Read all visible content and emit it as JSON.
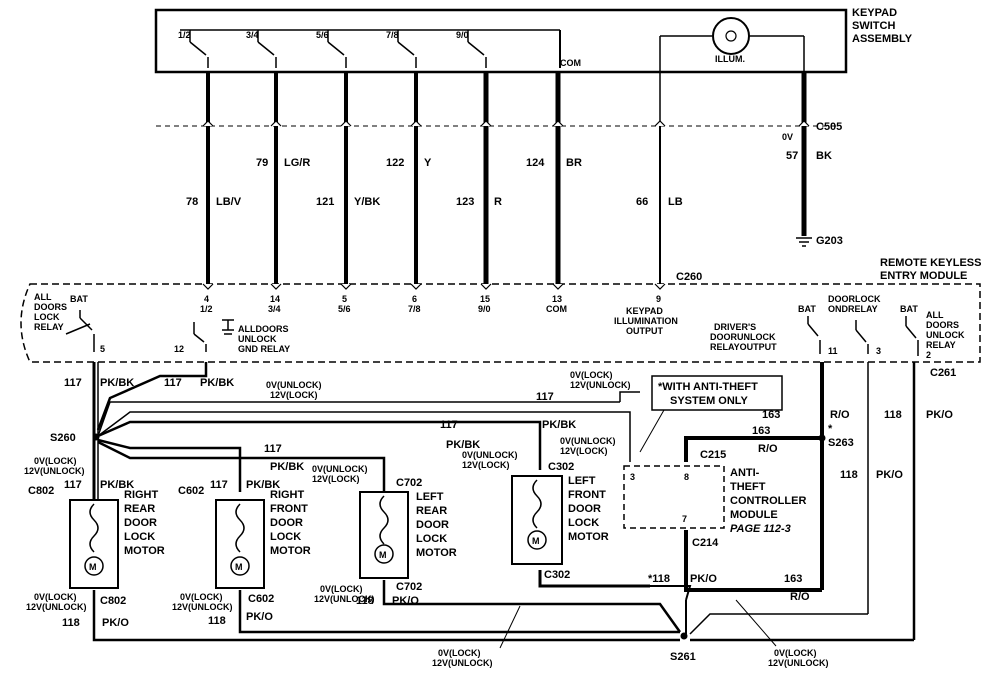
{
  "keypad": {
    "title1": "KEYPAD",
    "title2": "SWITCH",
    "title3": "ASSEMBLY",
    "sw1": "1/2",
    "sw2": "3/4",
    "sw3": "5/6",
    "sw4": "7/8",
    "sw5": "9/0",
    "com": "COM",
    "illum": "ILLUM."
  },
  "wires": {
    "w78": "78",
    "c78": "LB/V",
    "w79": "79",
    "c79": "LG/R",
    "w121": "121",
    "c121": "Y/BK",
    "w122": "122",
    "c122": "Y",
    "w123": "123",
    "c123": "R",
    "w124": "124",
    "c124": "BR",
    "w66": "66",
    "c66": "LB",
    "w57": "57",
    "c57": "BK",
    "v57": "0V"
  },
  "connectors": {
    "c505": "C505",
    "g203": "G203",
    "c260": "C260",
    "c261": "C261",
    "s260": "S260",
    "s261": "S261",
    "s263": "S263",
    "c215": "C215",
    "c214": "C214",
    "c302a": "C302",
    "c302b": "C302",
    "c702a": "C702",
    "c702b": "C702",
    "c602a": "C602",
    "c602b": "C602",
    "c802a": "C802",
    "c802b": "C802"
  },
  "rke": {
    "title1": "REMOTE  KEYLESS",
    "title2": "ENTRY MODULE",
    "alldoors1": "ALL",
    "alldoors2": "DOORS",
    "alldoors3": "LOCK",
    "alldoors4": "RELAY",
    "bat": "BAT",
    "p4": "4",
    "p4n": "1/2",
    "p14": "14",
    "p14n": "3/4",
    "p5": "5",
    "p5n": "5/6",
    "p6": "6",
    "p6n": "7/8",
    "p15": "15",
    "p15n": "9/0",
    "p13": "13",
    "p13n": "COM",
    "p9": "9",
    "kp1": "KEYPAD",
    "kp2": "ILLUMINATION",
    "kp3": "OUTPUT",
    "unlockgnd1": "ALLDOORS",
    "unlockgnd2": "UNLOCK",
    "unlockgnd3": "GND RELAY",
    "drv1": "DRIVER'S",
    "drv2": "DOORUNLOCK",
    "drv3": "RELAYOUTPUT",
    "dl1": "DOORLOCK",
    "dl2": "ONDRELAY",
    "unl1": "ALL",
    "unl2": "DOORS",
    "unl3": "UNLOCK",
    "unl4": "RELAY",
    "pin5": "5",
    "pin12": "12",
    "pin11": "11",
    "pin3": "3",
    "pin2": "2"
  },
  "labels": {
    "n117": "117",
    "pkbk": "PK/BK",
    "n118": "118",
    "pko": "PK/O",
    "n163": "163",
    "ro": "R/O",
    "star118": "*118",
    "star": "*",
    "v_unlock": "0V(UNLOCK)",
    "v_lock12": "12V(LOCK)",
    "v_lock": "0V(LOCK)",
    "v_unlock12": "12V(UNLOCK)",
    "note1": "*WITH  ANTI-THEFT",
    "note2": "SYSTEM ONLY"
  },
  "motors": {
    "rr1": "RIGHT",
    "rr2": "REAR",
    "rr3": "DOOR",
    "rr4": "LOCK",
    "rr5": "MOTOR",
    "rf1": "RIGHT",
    "rf2": "FRONT",
    "rf3": "DOOR",
    "rf4": "LOCK",
    "rf5": "MOTOR",
    "lr1": "LEFT",
    "lr2": "REAR",
    "lr3": "DOOR",
    "lr4": "LOCK",
    "lr5": "MOTOR",
    "lf1": "LEFT",
    "lf2": "FRONT",
    "lf3": "DOOR",
    "lf4": "LOCK",
    "lf5": "MOTOR",
    "m": "M"
  },
  "antitheft": {
    "t1": "ANTI-",
    "t2": "THEFT",
    "t3": "CONTROLLER",
    "t4": "MODULE",
    "page": "PAGE  112-3",
    "pin3": "3",
    "pin8": "8",
    "pin7": "7"
  }
}
